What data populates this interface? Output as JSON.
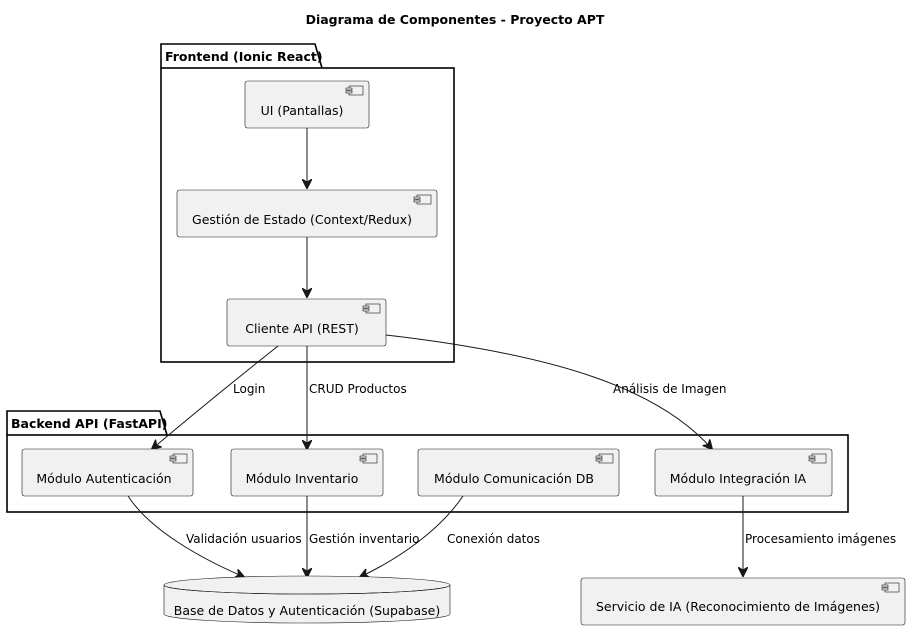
{
  "title": "Diagrama de Componentes - Proyecto APT",
  "packages": {
    "frontend": {
      "label": "Frontend (Ionic React)"
    },
    "backend": {
      "label": "Backend API (FastAPI)"
    }
  },
  "components": {
    "ui": "UI (Pantallas)",
    "state": "Gestión de Estado (Context/Redux)",
    "api_client": "Cliente API (REST)",
    "auth": "Módulo Autenticación",
    "inventory": "Módulo Inventario",
    "db_comm": "Módulo Comunicación DB",
    "ai_integration": "Módulo Integración IA",
    "ai_service": "Servicio de IA (Reconocimiento de Imágenes)"
  },
  "database": {
    "label": "Base de Datos y Autenticación (Supabase)"
  },
  "edges": {
    "login": "Login",
    "crud": "CRUD Productos",
    "image_analysis": "Análisis de Imagen",
    "user_validation": "Validación usuarios",
    "inventory_mgmt": "Gestión inventario",
    "data_connection": "Conexión datos",
    "image_processing": "Procesamiento imágenes"
  }
}
